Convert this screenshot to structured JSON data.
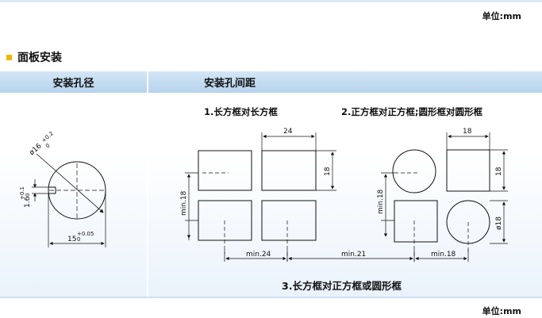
{
  "unit_top": "单位:mm",
  "unit_bottom": "单位:mm",
  "section_title": "面板安装",
  "table": {
    "col1_header": "安装孔径",
    "col2_header": "安装孔间距"
  },
  "hole": {
    "diameter_label": "ø16",
    "diameter_tol_upper": "+0.2",
    "diameter_tol_lower": "0",
    "key_label": "1.6",
    "key_tol_upper": "+0.1",
    "key_tol_lower": "0",
    "width_label": "15",
    "width_tol_upper": "+0.05",
    "width_tol_lower": "0"
  },
  "spacing": {
    "title1": "1.长方框对长方框",
    "title2": "2.正方框对正方框;圆形框对圆形框",
    "title3": "3.长方框对正方框或圆形框",
    "dim_24": "24",
    "dim_18_a": "18",
    "dim_min18_a": "min.18",
    "dim_18_b": "18",
    "dim_18_c": "18",
    "dim_min18_b": "min.18",
    "dim_dia18": "ø18",
    "dim_min24": "min.24",
    "dim_min21": "min.21",
    "dim_min18_c": "min.18"
  }
}
